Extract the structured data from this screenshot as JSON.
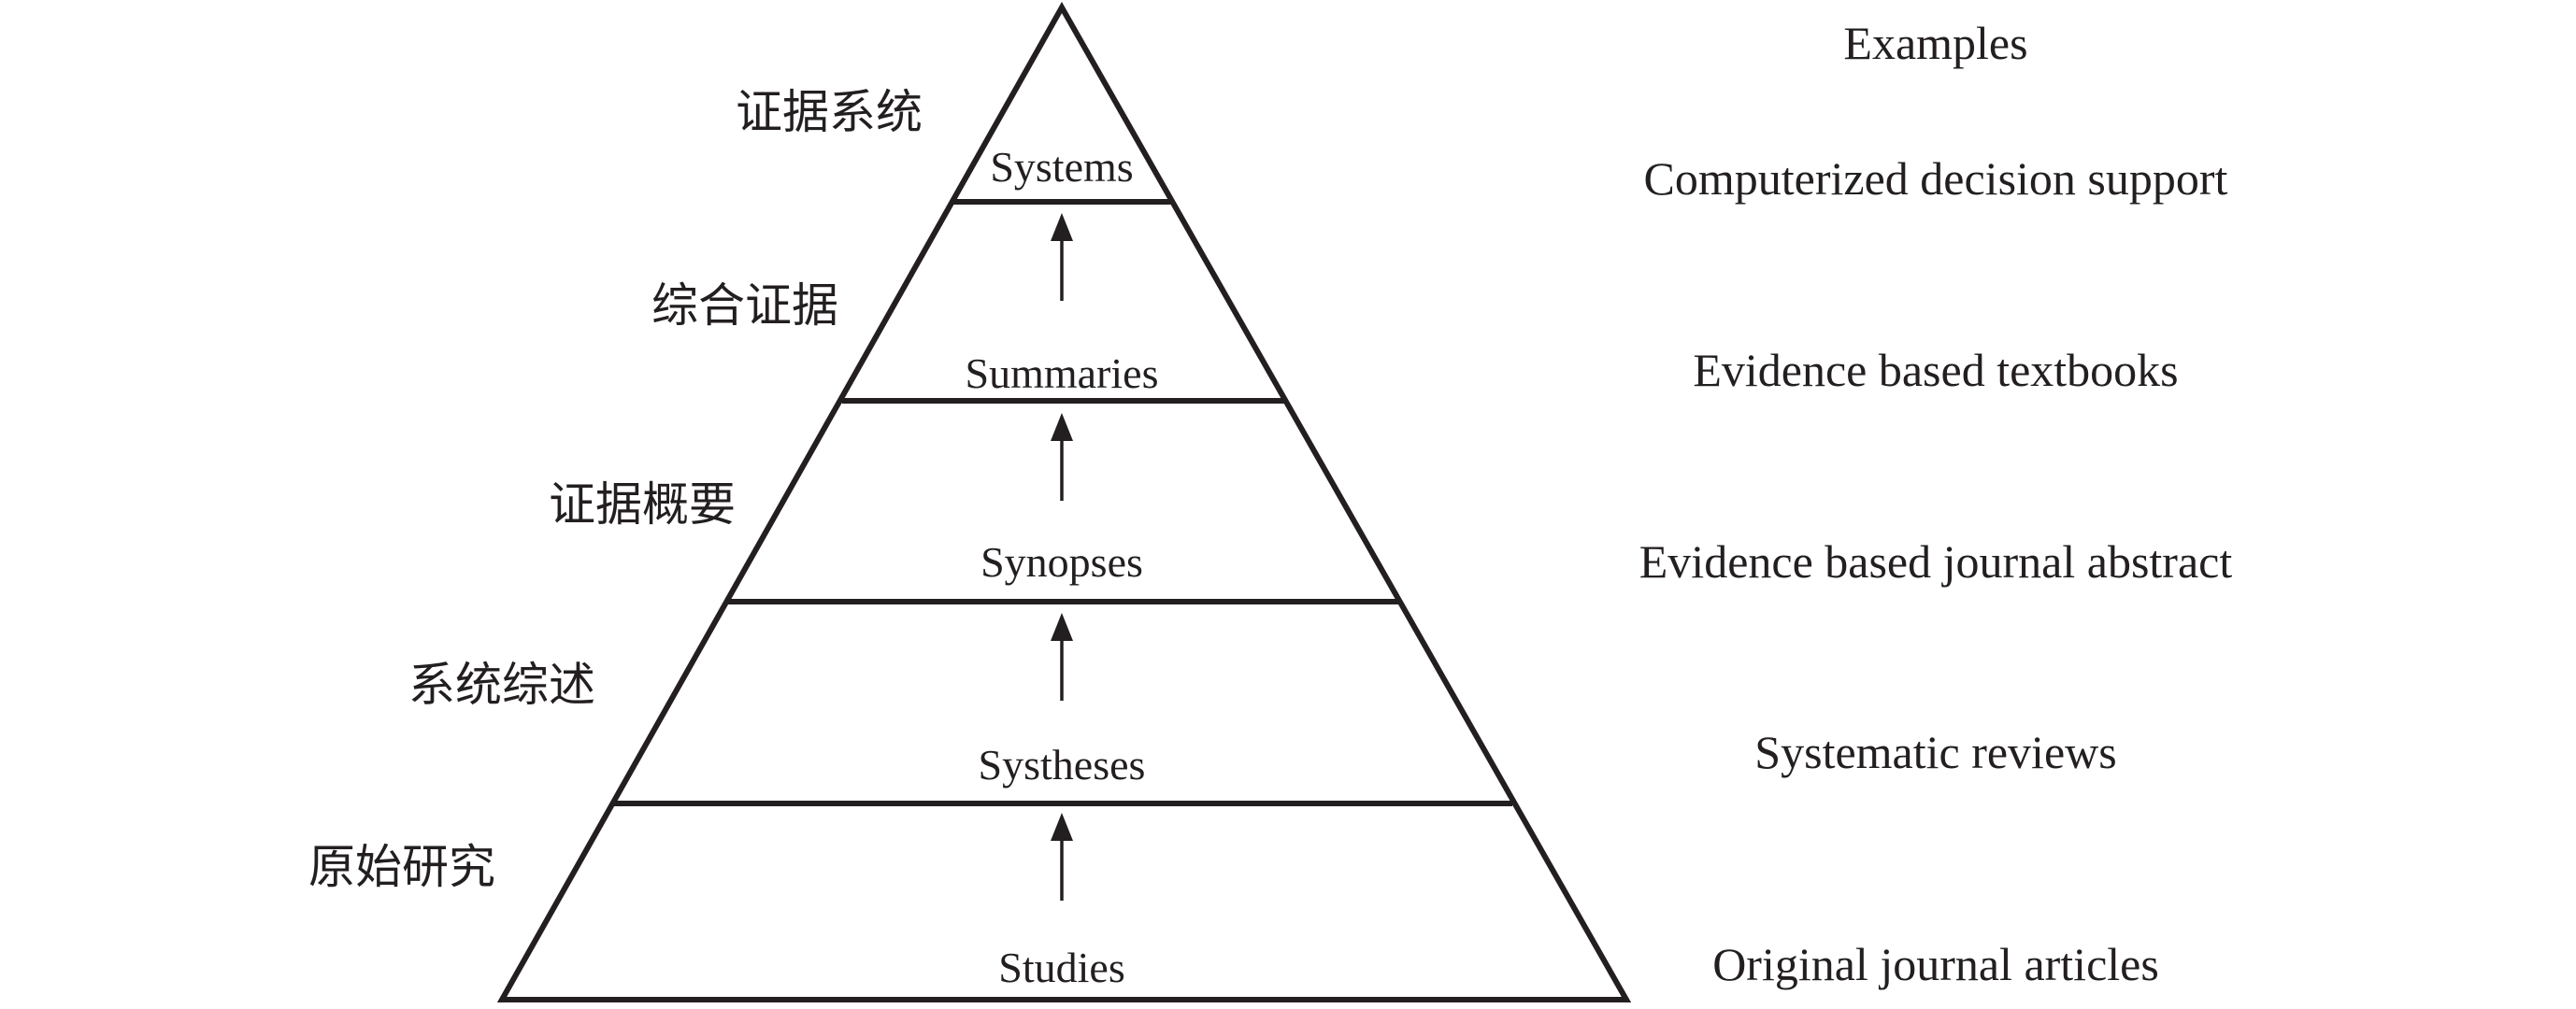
{
  "examples_header": "Examples",
  "levels": [
    {
      "name": "Systems",
      "chinese": "证据系统",
      "example": "Computerized decision support"
    },
    {
      "name": "Summaries",
      "chinese": "综合证据",
      "example": "Evidence based textbooks"
    },
    {
      "name": "Synopses",
      "chinese": "证据概要",
      "example": "Evidence based journal abstract"
    },
    {
      "name": "Systheses",
      "chinese": "系统综述",
      "example": "Systematic reviews"
    },
    {
      "name": "Studies",
      "chinese": "原始研究",
      "example": "Original journal articles"
    }
  ],
  "colors": {
    "ink": "#231f20",
    "background": "#ffffff"
  }
}
